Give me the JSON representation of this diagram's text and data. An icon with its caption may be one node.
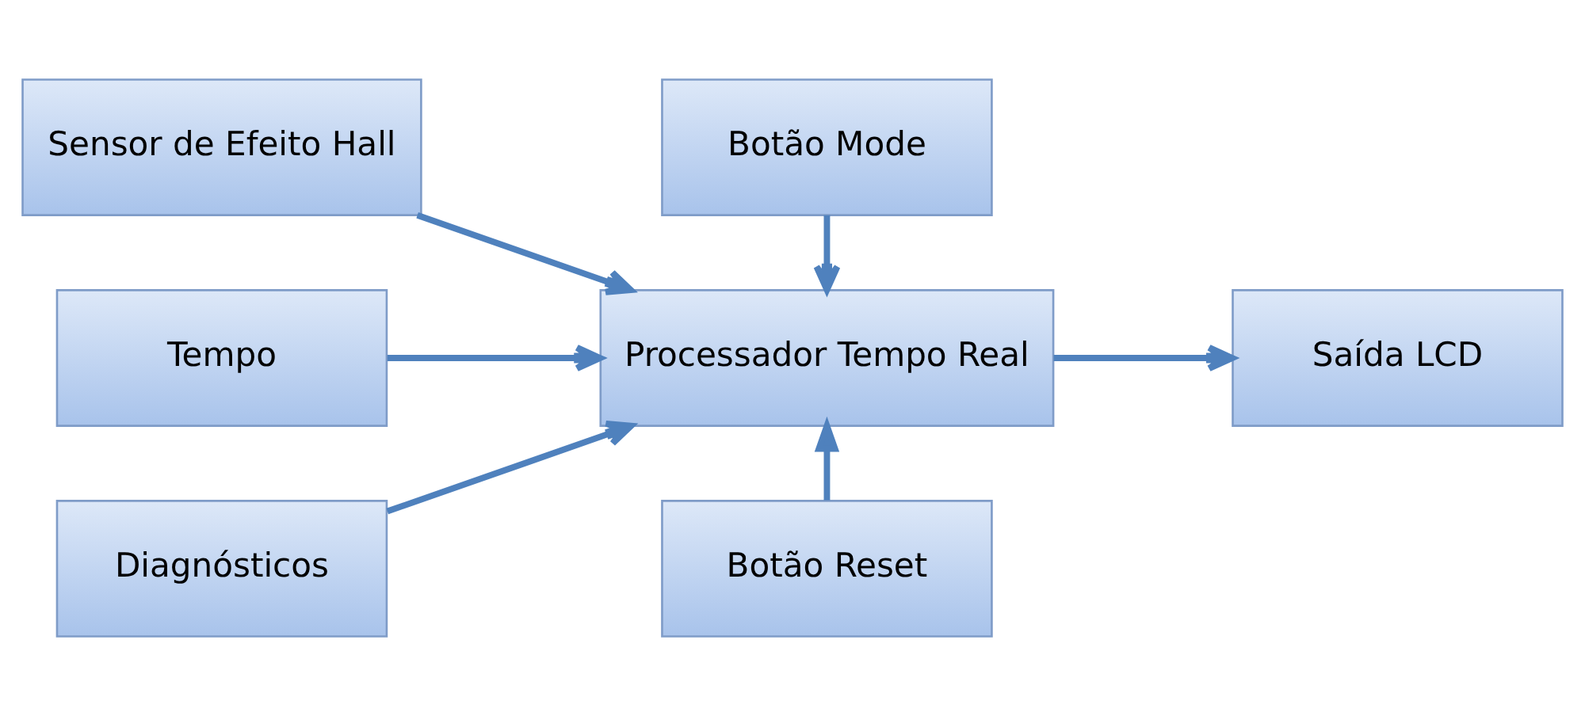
{
  "diagram": {
    "nodes": [
      {
        "text": [
          "Sensor de Efeito Hall"
        ]
      },
      {
        "text": [
          "Tempo"
        ]
      },
      {
        "text": [
          "Diagnósticos"
        ]
      },
      {
        "text": [
          "Botão Mode"
        ]
      },
      {
        "text": [
          "Processador Tempo Real"
        ]
      },
      {
        "text": [
          "Botão Reset"
        ]
      },
      {
        "text": [
          "Saída LCD"
        ]
      }
    ],
    "edges": [
      {
        "from": 0,
        "to": 4,
        "arrow": "to"
      },
      {
        "from": 1,
        "to": 4,
        "arrow": "to"
      },
      {
        "from": 2,
        "to": 4,
        "arrow": "to"
      },
      {
        "from": 3,
        "to": 4,
        "arrow": "to"
      },
      {
        "from": 5,
        "to": 4,
        "arrow": "to"
      },
      {
        "from": 4,
        "to": 6,
        "arrow": "to"
      }
    ]
  }
}
